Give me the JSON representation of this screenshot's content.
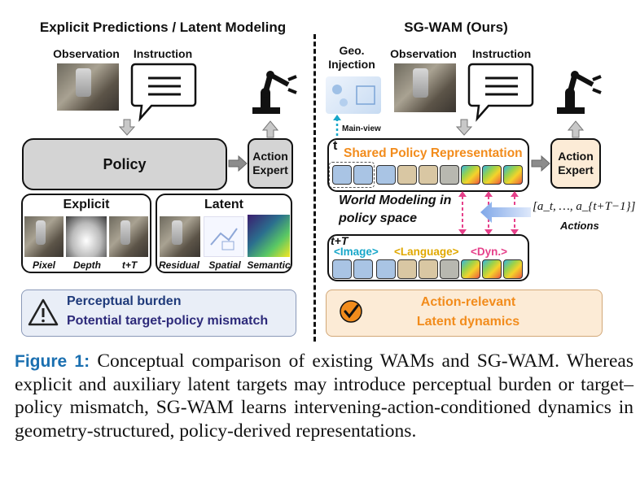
{
  "left_panel": {
    "title": "Explicit Predictions / Latent Modeling",
    "observation_label": "Observation",
    "instruction_label": "Instruction",
    "policy_label": "Policy",
    "action_expert_label": "Action Expert",
    "explicit_box": {
      "title": "Explicit",
      "items": [
        "Pixel",
        "Depth",
        "t+T"
      ]
    },
    "latent_box": {
      "title": "Latent",
      "items": [
        "Residual",
        "Spatial",
        "Semantic"
      ]
    },
    "warning": {
      "line1": "Perceptual burden",
      "line2": "Potential target-policy mismatch"
    }
  },
  "right_panel": {
    "title": "SG-WAM (Ours)",
    "geo_label": "Geo. Injection",
    "observation_label": "Observation",
    "instruction_label": "Instruction",
    "main_view_label": "Main-view",
    "t_label": "t",
    "shared_rep_label": "Shared Policy Representation",
    "action_expert_label": "Action Expert",
    "world_modeling_label": "World Modeling in policy space",
    "actions_math": "[a_t, …, a_{t+T−1}]",
    "actions_label": "Actions",
    "tT_label": "t+T",
    "tag_image": "<Image>",
    "tag_language": "<Language>",
    "tag_dyn": "<Dyn.>",
    "result": {
      "line1": "Action-relevant",
      "line2": "Latent dynamics"
    }
  },
  "caption": {
    "label": "Figure 1:",
    "text": " Conceptual comparison of existing WAMs and SG-WAM. Whereas explicit and auxiliary latent targets may introduce perceptual burden or target–policy mismatch, SG-WAM learns intervening-action-conditioned dynamics in geometry-structured, policy-derived representations."
  },
  "colors": {
    "orange": "#f28c1c",
    "blue_text": "#1f3a7a",
    "cyan": "#18a7c9",
    "pink": "#e6408a",
    "gold": "#e0a800",
    "purple": "#2d2a7a"
  }
}
